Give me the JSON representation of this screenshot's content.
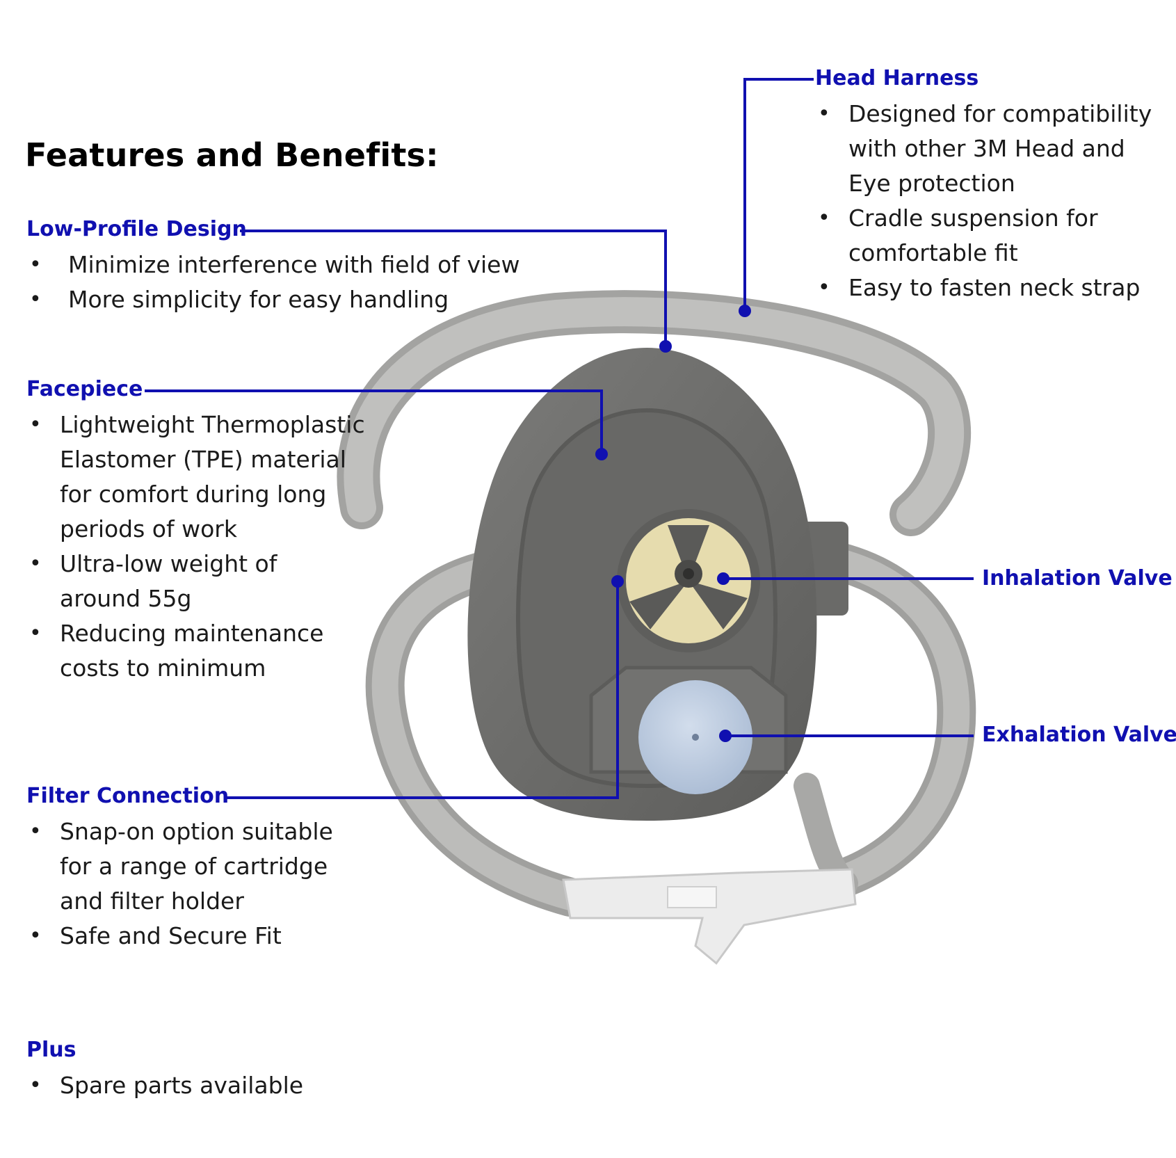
{
  "title": "Features and Benefits:",
  "sections": {
    "low_profile": {
      "heading": "Low-Profile Design",
      "bullets": [
        "Minimize interference with field of view",
        "More simplicity for easy handling"
      ]
    },
    "facepiece": {
      "heading": "Facepiece",
      "bullets": [
        "Lightweight Thermoplastic Elastomer (TPE) material for comfort during long periods of work",
        "Ultra-low weight of around 55g",
        "Reducing maintenance costs to minimum"
      ]
    },
    "filter_connection": {
      "heading": "Filter Connection",
      "bullets": [
        "Snap-on option suitable for a range of cartridge and filter holder",
        "Safe and Secure Fit"
      ]
    },
    "plus": {
      "heading": "Plus",
      "bullets": [
        "Spare parts available"
      ]
    },
    "head_harness": {
      "heading": "Head Harness",
      "bullets": [
        "Designed for compatibility with other 3M Head and Eye protection",
        "Cradle suspension for comfortable fit",
        "Easy to fasten neck strap"
      ]
    },
    "inhalation_valve": {
      "heading": "Inhalation Valve"
    },
    "exhalation_valve": {
      "heading": "Exhalation Valve"
    }
  },
  "colors": {
    "heading_blue": "#1010b0",
    "leader_blue": "#1010b0",
    "mask_body": "#6e6e6c",
    "strap": "#b4b4b2",
    "inhalation_valve": "#e6dcae",
    "exhalation_valve": "#b8c8dc"
  }
}
